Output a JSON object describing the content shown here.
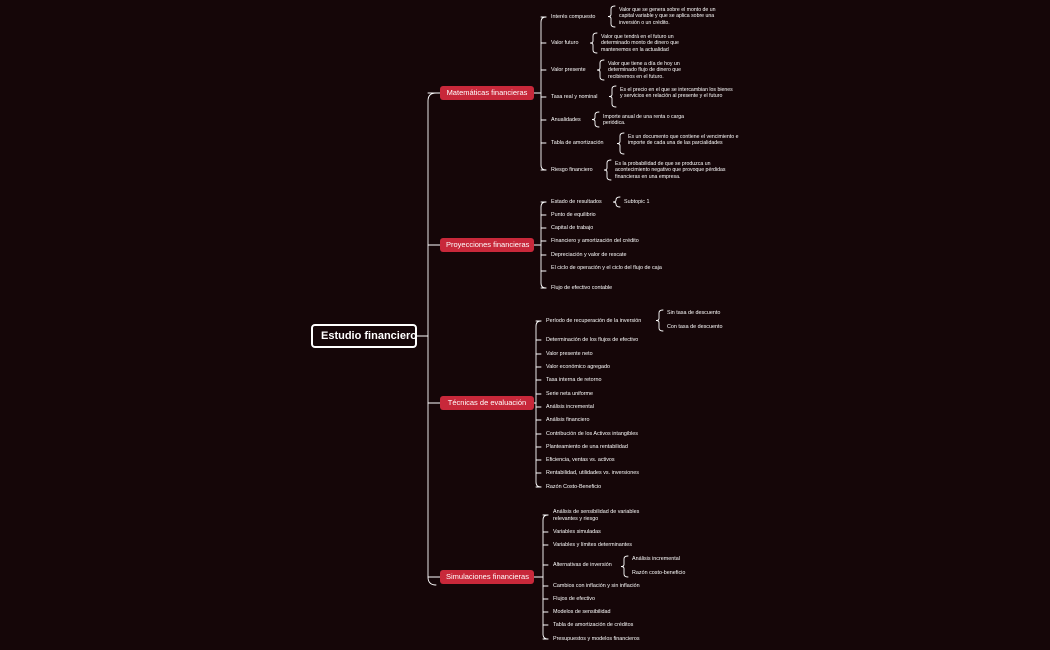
{
  "root": {
    "label": "Estudio financiero"
  },
  "branches": [
    {
      "label": "Matemáticas financieras",
      "children": [
        {
          "label": "Interés compuesto",
          "details": [
            "Valor que se genera sobre el monto de un capital variable y que se aplica sobre una inversión o un crédito."
          ]
        },
        {
          "label": "Valor futuro",
          "details": [
            "Valor que tendrá en el futuro un determinado monto de dinero que mantenemos en la actualidad"
          ]
        },
        {
          "label": "Valor presente",
          "details": [
            "Valor que tiene a día de hoy un determinado flujo de dinero que recibiremos en el futuro."
          ]
        },
        {
          "label": "Tasa real y nominal",
          "details": [
            "Es el precio en el que se intercambian los bienes y servicios en relación al presente y el futuro"
          ]
        },
        {
          "label": "Anualidades",
          "details": [
            "Importe anual de una renta o carga periódica."
          ]
        },
        {
          "label": "Tabla de amortización",
          "details": [
            "Es un documento que contiene el vencimiento e importe de cada una de las parcialidades"
          ]
        },
        {
          "label": "Riesgo financiero",
          "details": [
            "Es la probabilidad de que se produzca un acontecimiento negativo que provoque pérdidas financieras en una empresa."
          ]
        }
      ]
    },
    {
      "label": "Proyecciones financieras",
      "children": [
        {
          "label": "Estado de resultados",
          "details": [
            "Subtopic 1"
          ]
        },
        {
          "label": "Punto de equilibrio"
        },
        {
          "label": "Capital de trabajo"
        },
        {
          "label": "Financiero y amortización del crédito"
        },
        {
          "label": "Depreciación y valor de rescate"
        },
        {
          "label": "El ciclo de operación y el ciclo del flujo de caja"
        },
        {
          "label": "Flujo de efectivo contable"
        }
      ]
    },
    {
      "label": "Técnicas de evaluación",
      "children": [
        {
          "label": "Período de recuperación de la inversión",
          "details": [
            "Sin tasa de descuento",
            "Con tasa de descuento"
          ]
        },
        {
          "label": "Determinación de los flujos de efectivo"
        },
        {
          "label": "Valor presente neto"
        },
        {
          "label": "Valor económico agregado"
        },
        {
          "label": "Tasa interna de retorno"
        },
        {
          "label": "Serie neta uniforme"
        },
        {
          "label": "Análisis incremental"
        },
        {
          "label": "Análisis financiero"
        },
        {
          "label": "Contribución de los Activos intangibles"
        },
        {
          "label": "Planteamiento de una rentabilidad"
        },
        {
          "label": "Eficiencia, ventas vs. activos"
        },
        {
          "label": "Rentabilidad, utilidades vs. inversiones"
        },
        {
          "label": "Razón Costo-Beneficio"
        }
      ]
    },
    {
      "label": "Simulaciones financieras",
      "children": [
        {
          "label": "Análisis de sensibilidad de variables relevantes y riesgo"
        },
        {
          "label": "Variables simuladas"
        },
        {
          "label": "Variables y límites determinantes"
        },
        {
          "label": "Alternativas de inversión",
          "details": [
            "Análisis incremental",
            "Razón costo-beneficio"
          ]
        },
        {
          "label": "Cambios con inflación y sin inflación"
        },
        {
          "label": "Flujos de efectivo"
        },
        {
          "label": "Modelos de sensibilidad"
        },
        {
          "label": "Tabla de amortización de créditos"
        },
        {
          "label": "Presupuestos y modelos financieros"
        }
      ]
    }
  ],
  "colors": {
    "background": "#150608",
    "topic": "#c8283a",
    "line": "#ffffff",
    "text": "#ffffff"
  }
}
